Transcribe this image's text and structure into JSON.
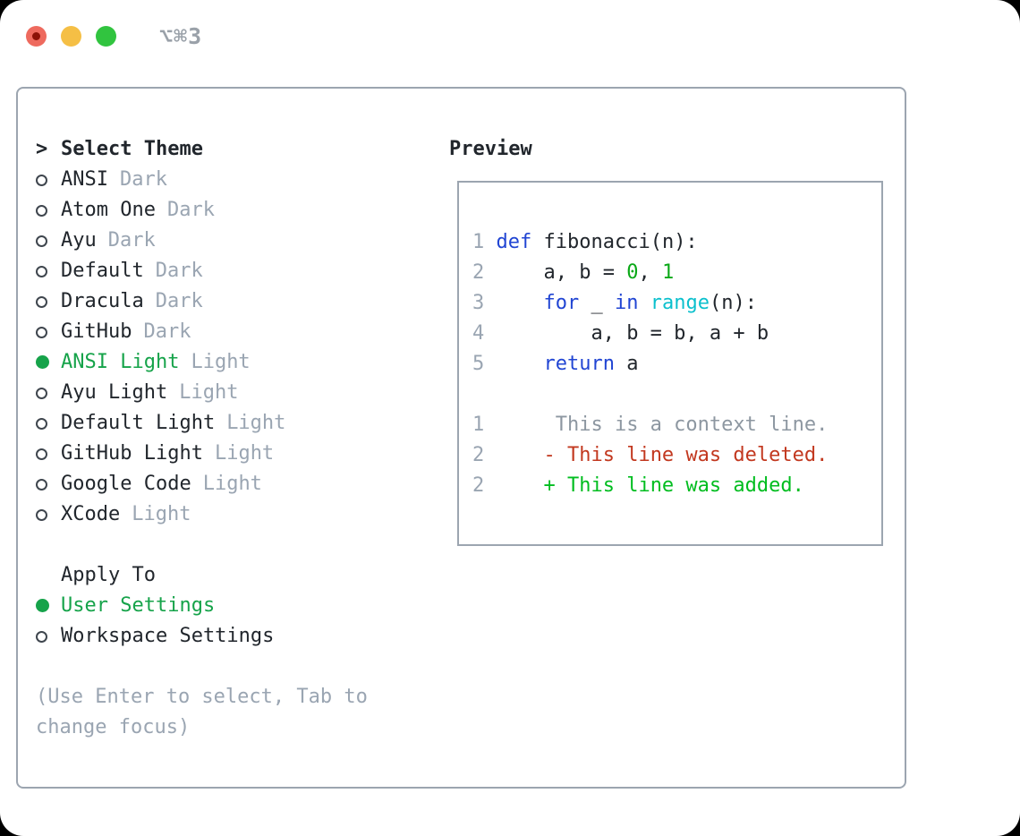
{
  "window": {
    "shortcut_label": "⌥⌘3"
  },
  "theme_panel": {
    "title_prefix": ">",
    "title": "Select Theme",
    "themes": [
      {
        "name": "ANSI",
        "variant": "Dark",
        "selected": false
      },
      {
        "name": "Atom One",
        "variant": "Dark",
        "selected": false
      },
      {
        "name": "Ayu",
        "variant": "Dark",
        "selected": false
      },
      {
        "name": "Default",
        "variant": "Dark",
        "selected": false
      },
      {
        "name": "Dracula",
        "variant": "Dark",
        "selected": false
      },
      {
        "name": "GitHub",
        "variant": "Dark",
        "selected": false
      },
      {
        "name": "ANSI Light",
        "variant": "Light",
        "selected": true
      },
      {
        "name": "Ayu Light",
        "variant": "Light",
        "selected": false
      },
      {
        "name": "Default Light",
        "variant": "Light",
        "selected": false
      },
      {
        "name": "GitHub Light",
        "variant": "Light",
        "selected": false
      },
      {
        "name": "Google Code",
        "variant": "Light",
        "selected": false
      },
      {
        "name": "XCode",
        "variant": "Light",
        "selected": false
      }
    ],
    "apply_to": {
      "title": "Apply To",
      "options": [
        {
          "label": "User Settings",
          "selected": true
        },
        {
          "label": "Workspace Settings",
          "selected": false
        }
      ]
    },
    "hint": "(Use Enter to select, Tab to change focus)"
  },
  "preview": {
    "title": "Preview",
    "lines": [
      {
        "segments": [
          [
            "ln",
            "1"
          ],
          [
            "plain",
            " "
          ],
          [
            "kw",
            "def"
          ],
          [
            "plain",
            " fibonacci(n):"
          ]
        ]
      },
      {
        "segments": [
          [
            "ln",
            "2"
          ],
          [
            "plain",
            "     a, b = "
          ],
          [
            "num",
            "0"
          ],
          [
            "plain",
            ", "
          ],
          [
            "num",
            "1"
          ]
        ]
      },
      {
        "segments": [
          [
            "ln",
            "3"
          ],
          [
            "plain",
            "     "
          ],
          [
            "kw",
            "for"
          ],
          [
            "plain",
            " _ "
          ],
          [
            "kw",
            "in"
          ],
          [
            "plain",
            " "
          ],
          [
            "builtin",
            "range"
          ],
          [
            "plain",
            "(n):"
          ]
        ]
      },
      {
        "segments": [
          [
            "ln",
            "4"
          ],
          [
            "plain",
            "         a, b = b, a + b"
          ]
        ]
      },
      {
        "segments": [
          [
            "ln",
            "5"
          ],
          [
            "plain",
            "     "
          ],
          [
            "kw",
            "return"
          ],
          [
            "plain",
            " a"
          ]
        ]
      },
      {
        "segments": []
      },
      {
        "segments": [
          [
            "ln",
            "1"
          ],
          [
            "context",
            "      This is a context line."
          ]
        ]
      },
      {
        "segments": [
          [
            "ln",
            "2"
          ],
          [
            "plain",
            "     "
          ],
          [
            "deleted",
            "- This line was deleted."
          ]
        ]
      },
      {
        "segments": [
          [
            "ln",
            "2"
          ],
          [
            "plain",
            "     "
          ],
          [
            "added",
            "+ This line was added."
          ]
        ]
      }
    ]
  },
  "colors": {
    "text_primary": "#21262c",
    "text_muted": "#9aa5b2",
    "context_gray": "#8d97a1",
    "selected_green": "#16a34a",
    "added_green": "#00bd1f",
    "number_green": "#0aa817",
    "deleted_red": "#c2381f",
    "keyword_blue": "#2145d3",
    "builtin_cyan": "#0bc0cd",
    "panel_border": "#9ca5b0",
    "traffic_red": "#ee6a5e",
    "traffic_red_dot": "#8c1207",
    "traffic_yellow": "#f5bf45",
    "traffic_green": "#31c43f",
    "shortcut_gray": "#9aa1a9"
  }
}
